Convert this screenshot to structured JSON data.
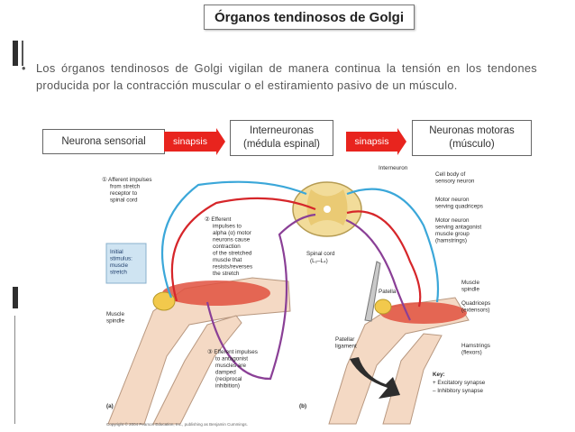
{
  "title": "Órganos tendinosos de Golgi",
  "bullet": {
    "marker": "•",
    "text": "Los órganos tendinosos de Golgi vigilan de manera continua la tensión en los tendones producida por la contracción muscular o el estiramiento pasivo de un músculo."
  },
  "flow": {
    "box1": "Neurona sensorial",
    "arrow1": "sinapsis",
    "box2_line1": "Interneuronas",
    "box2_line2": "(médula espinal)",
    "arrow2": "sinapsis",
    "box3_line1": "Neuronas motoras",
    "box3_line2": "(músculo)"
  },
  "figure": {
    "label1_l1": "① Afferent impulses",
    "label1_l2": "from stretch",
    "label1_l3": "receptor to",
    "label1_l4": "spinal cord",
    "label2_l1": "② Efferent",
    "label2_l2": "impulses to",
    "label2_l3": "alpha (α) motor",
    "label2_l4": "neurons cause",
    "label2_l5": "contraction",
    "label2_l6": "of the stretched",
    "label2_l7": "muscle that",
    "label2_l8": "resists/reverses",
    "label2_l9": "the stretch",
    "initial_l1": "Initial",
    "initial_l2": "stimulus:",
    "initial_l3": "muscle",
    "initial_l4": "stretch",
    "muscle_spindle_l1": "Muscle",
    "muscle_spindle_l2": "spindle",
    "spinal_l1": "Spinal cord",
    "spinal_l2": "(L₂–L₄)",
    "label3_l1": "③ Efferent impulses",
    "label3_l2": "to antagonist",
    "label3_l3": "muscles are",
    "label3_l4": "damped",
    "label3_l5": "(reciprocal",
    "label3_l6": "inhibition)",
    "interneuron": "Interneuron",
    "cell_body_l1": "Cell body of",
    "cell_body_l2": "sensory neuron",
    "motor_quad_l1": "Motor neuron",
    "motor_quad_l2": "serving quadriceps",
    "motor_ant_l1": "Motor neuron",
    "motor_ant_l2": "serving antagonist",
    "motor_ant_l3": "muscle group",
    "motor_ant_l4": "(hamstrings)",
    "patella": "Patella",
    "patellar_l1": "Patellar",
    "patellar_l2": "ligament",
    "muscle_spindle_b_l1": "Muscle",
    "muscle_spindle_b_l2": "spindle",
    "quadriceps_l1": "Quadriceps",
    "quadriceps_l2": "(extensors)",
    "hamstrings_l1": "Hamstrings",
    "hamstrings_l2": "(flexors)",
    "key_title": "Key:",
    "key_l1": "+ Excitatory synapse",
    "key_l2": "– Inhibitory synapse",
    "panel_a": "(a)",
    "panel_b": "(b)",
    "copyright": "Copyright © 2004 Pearson Education, Inc., publishing as Benjamin Cummings."
  },
  "colors": {
    "accent_red": "#e8241e",
    "nerve_blue": "#3ba7d9",
    "nerve_red": "#d6262a",
    "nerve_purple": "#8a3f96",
    "cord_yellow": "#f2dc9a",
    "skin": "#f4d9c4",
    "muscle": "#e0513f"
  }
}
